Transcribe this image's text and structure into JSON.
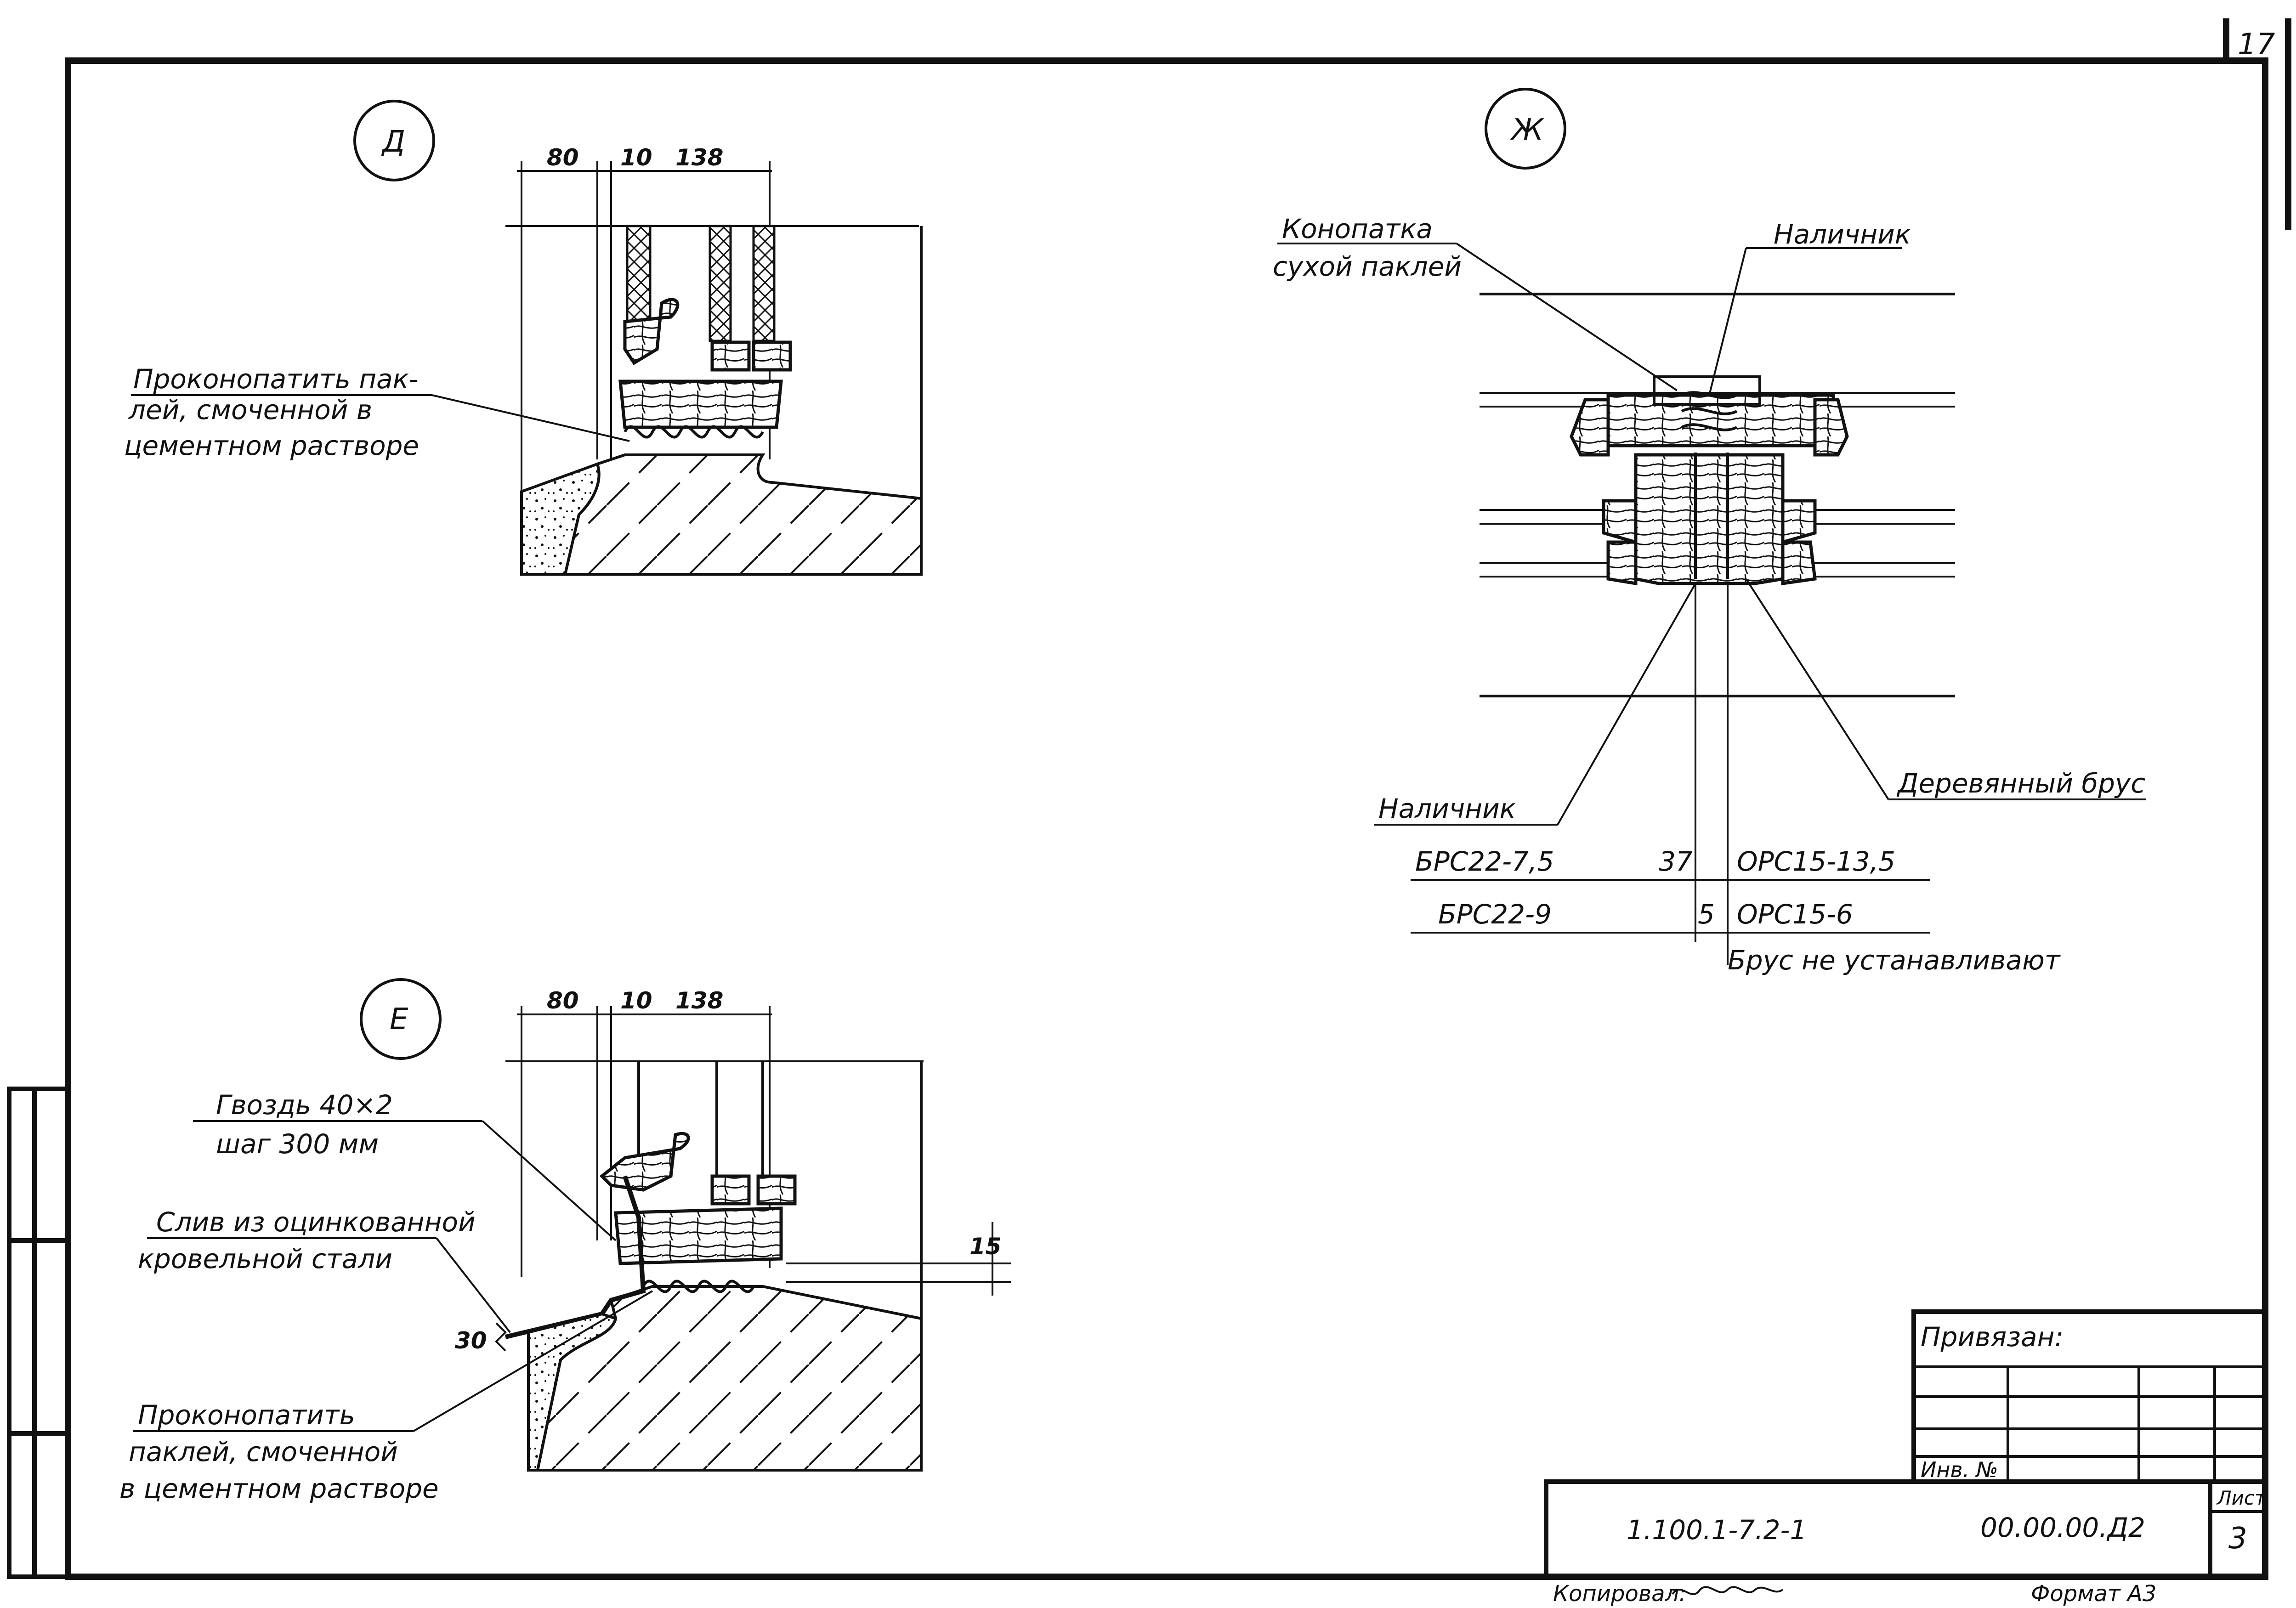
{
  "sheet_number": "17",
  "details": {
    "d": {
      "marker": "Д",
      "dims": [
        "80",
        "10",
        "138"
      ],
      "note_lines": [
        "Проконопатить пак-",
        "лей, смоченной в",
        "цементном растворе"
      ]
    },
    "zh": {
      "marker": "Ж",
      "caulk_lines": [
        "Конопатка",
        "сухой паклей"
      ],
      "trim_top": "Наличник",
      "trim_bottom": "Наличник",
      "wood_beam": "Деревянный брус",
      "table": [
        {
          "left": "БРС22-7,5",
          "dim": "37",
          "right": "ОРС15-13,5"
        },
        {
          "left": "БРС22-9",
          "dim": "5",
          "right": "ОРС15-6"
        }
      ],
      "no_beam": "Брус не устанавливают"
    },
    "e": {
      "marker": "Е",
      "dims": [
        "80",
        "10",
        "138"
      ],
      "dim_15": "15",
      "dim_30": "30",
      "nail_lines": [
        "Гвоздь 40×2",
        "шаг 300 мм"
      ],
      "drip_lines": [
        "Слив из оцинкованной",
        "кровельной стали"
      ],
      "caulk_lines": [
        "Проконопатить",
        "паклей, смоченной",
        "в цементном растворе"
      ]
    }
  },
  "title_block": {
    "attached": "Привязан:",
    "inv_no": "Инв. №",
    "doc_code": "1.100.1-7.2-1",
    "drawing_code": "00.00.00.Д2",
    "sheet_label": "Лист",
    "sheet_value": "3"
  },
  "footer": {
    "copied": "Копировал:",
    "format": "Формат А3"
  }
}
